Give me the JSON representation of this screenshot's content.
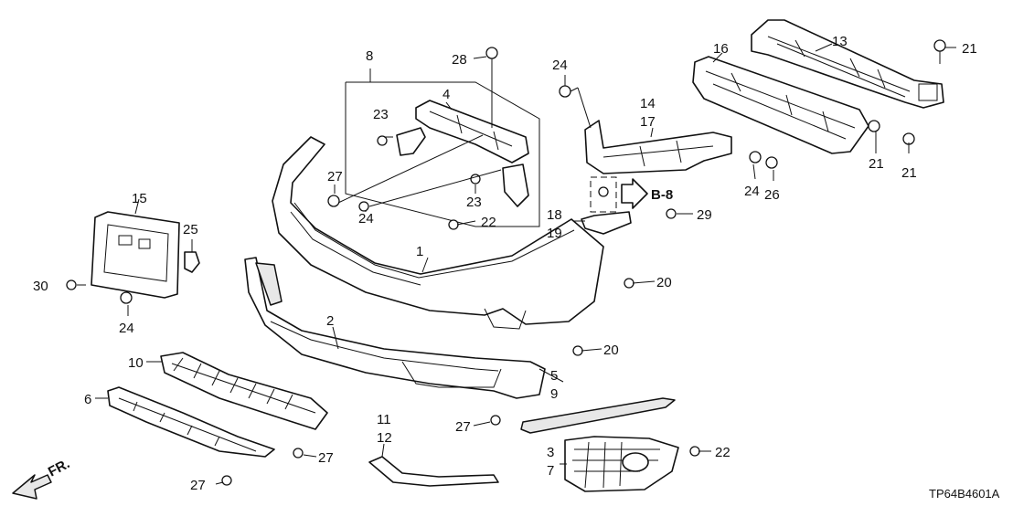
{
  "callouts": [
    {
      "id": "c1",
      "text": "1"
    },
    {
      "id": "c2",
      "text": "2"
    },
    {
      "id": "c3",
      "text": "3"
    },
    {
      "id": "c4",
      "text": "4"
    },
    {
      "id": "c5",
      "text": "5"
    },
    {
      "id": "c6",
      "text": "6"
    },
    {
      "id": "c7",
      "text": "7"
    },
    {
      "id": "c8",
      "text": "8"
    },
    {
      "id": "c9",
      "text": "9"
    },
    {
      "id": "c10",
      "text": "10"
    },
    {
      "id": "c11",
      "text": "11"
    },
    {
      "id": "c12",
      "text": "12"
    },
    {
      "id": "c13",
      "text": "13"
    },
    {
      "id": "c14",
      "text": "14"
    },
    {
      "id": "c15",
      "text": "15"
    },
    {
      "id": "c16",
      "text": "16"
    },
    {
      "id": "c17",
      "text": "17"
    },
    {
      "id": "c18",
      "text": "18"
    },
    {
      "id": "c19",
      "text": "19"
    },
    {
      "id": "c20a",
      "text": "20"
    },
    {
      "id": "c20b",
      "text": "20"
    },
    {
      "id": "c21a",
      "text": "21"
    },
    {
      "id": "c21b",
      "text": "21"
    },
    {
      "id": "c21c",
      "text": "21"
    },
    {
      "id": "c22a",
      "text": "22"
    },
    {
      "id": "c22b",
      "text": "22"
    },
    {
      "id": "c23a",
      "text": "23"
    },
    {
      "id": "c23b",
      "text": "23"
    },
    {
      "id": "c24a",
      "text": "24"
    },
    {
      "id": "c24b",
      "text": "24"
    },
    {
      "id": "c24c",
      "text": "24"
    },
    {
      "id": "c24d",
      "text": "24"
    },
    {
      "id": "c25",
      "text": "25"
    },
    {
      "id": "c26",
      "text": "26"
    },
    {
      "id": "c27a",
      "text": "27"
    },
    {
      "id": "c27b",
      "text": "27"
    },
    {
      "id": "c27c",
      "text": "27"
    },
    {
      "id": "c27d",
      "text": "27"
    },
    {
      "id": "c28",
      "text": "28"
    },
    {
      "id": "c29",
      "text": "29"
    },
    {
      "id": "c30",
      "text": "30"
    }
  ],
  "reference": {
    "text": "B-8"
  },
  "direction": {
    "text": "FR."
  },
  "drawing_code": {
    "text": "TP64B4601A"
  },
  "colors": {
    "line": "#111111",
    "background": "#ffffff"
  }
}
